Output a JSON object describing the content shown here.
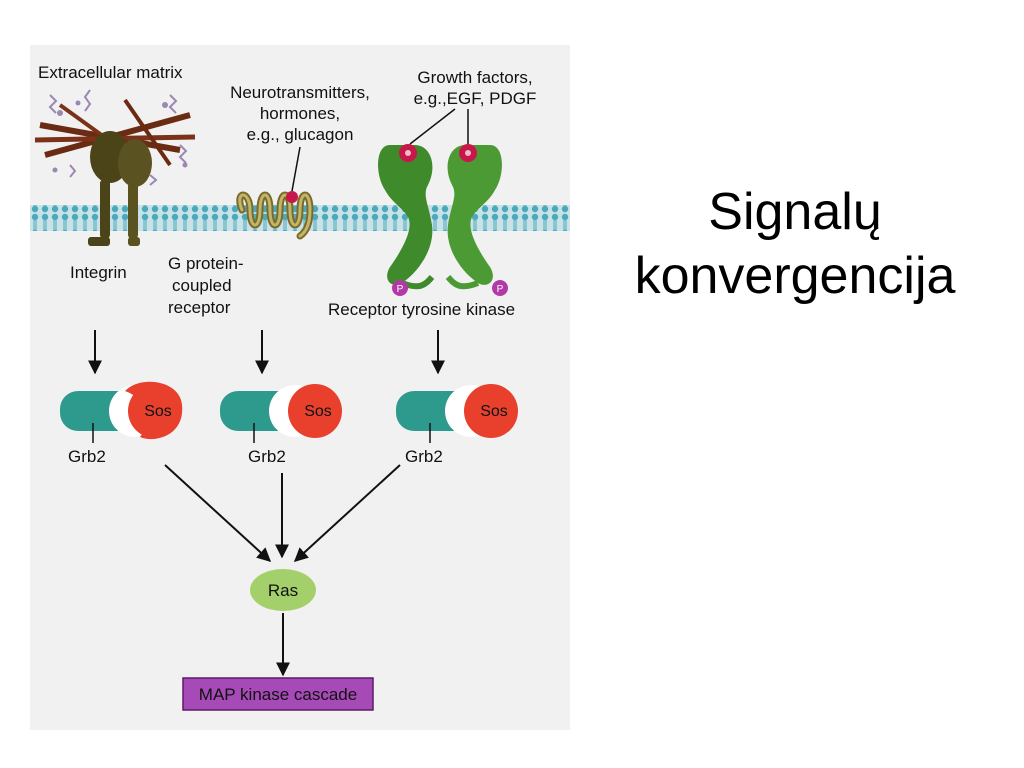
{
  "title": {
    "line1": "Signalų",
    "line2": "konvergencija"
  },
  "diagram": {
    "extracellular_matrix": "Extracellular matrix",
    "neuro_line1": "Neurotransmitters,",
    "neuro_line2": "hormones,",
    "neuro_line3": "e.g., glucagon",
    "growth_line1": "Growth factors,",
    "growth_line2": "e.g.,EGF, PDGF",
    "integrin": "Integrin",
    "gpcr_line1": "G protein-",
    "gpcr_line2": "coupled",
    "gpcr_line3": "receptor",
    "rtk": "Receptor tyrosine kinase",
    "phospho": "P",
    "sos": "Sos",
    "grb2": "Grb2",
    "ras": "Ras",
    "map_kinase": "MAP kinase cascade"
  },
  "colors": {
    "membrane": "#3aa3b5",
    "integrin": "#4a4418",
    "receptor": "#3f8a2a",
    "ligand": "#c8174a",
    "phospho": "#b23aa8",
    "grb2": "#2e9a8e",
    "sos": "#e8402c",
    "ras": "#a3d06a",
    "map_kinase": "#a64ab8",
    "arrow": "#111111"
  }
}
